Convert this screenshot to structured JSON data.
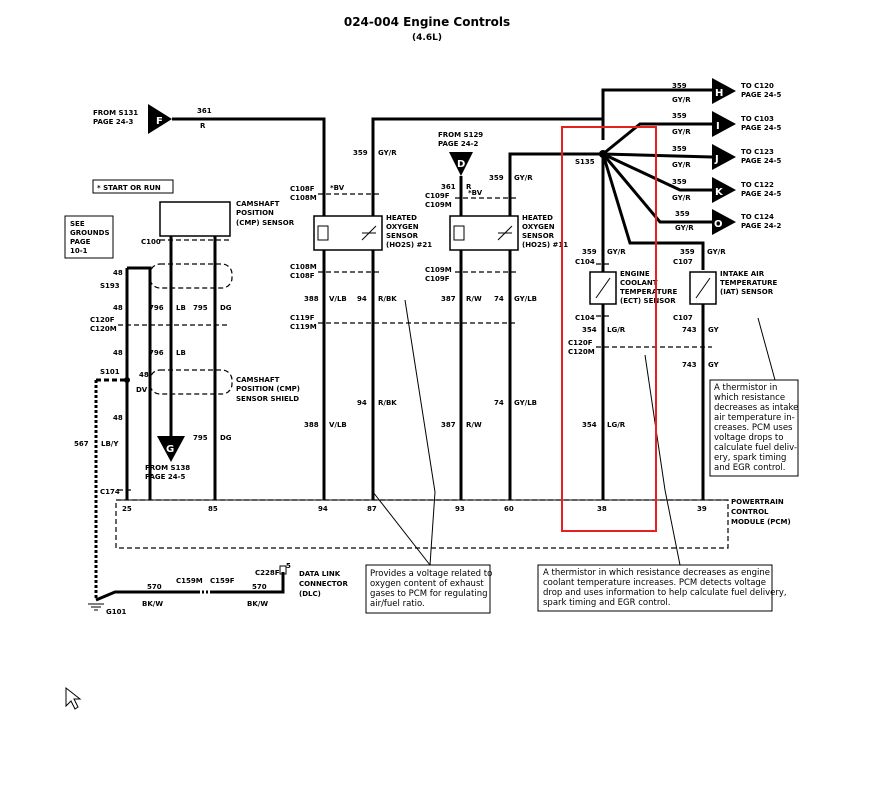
{
  "title": "024-004 Engine Controls",
  "subtitle": "(4.6L)",
  "legend_note": "* START OR RUN",
  "see_grounds": [
    "SEE",
    "GROUNDS",
    "PAGE",
    "10-1"
  ],
  "from_s131": {
    "letter": "F",
    "label": "FROM S131",
    "page": "PAGE 24-3",
    "circuit": "361",
    "color": "R"
  },
  "from_s129": {
    "letter": "D",
    "label": "FROM S129",
    "page": "PAGE 24-2",
    "circuit": "361",
    "color": "R"
  },
  "from_s138": {
    "letter": "G",
    "label": "FROM S138",
    "page": "PAGE 24-5"
  },
  "cmp_sensor": [
    "CAMSHAFT",
    "POSITION",
    "(CMP) SENSOR"
  ],
  "cmp_shield": [
    "CAMSHAFT",
    "POSITION (CMP)",
    "SENSOR SHIELD"
  ],
  "ho2s_1": [
    "HEATED",
    "OXYGEN",
    "SENSOR",
    "(HO2S) #21"
  ],
  "ho2s_2": [
    "HEATED",
    "OXYGEN",
    "SENSOR",
    "(HO2S) #11"
  ],
  "ect": [
    "ENGINE",
    "COOLANT",
    "TEMPERATURE",
    "(ECT) SENSOR"
  ],
  "iat": [
    "INTAKE AIR",
    "TEMPERATURE",
    "(IAT) SENSOR"
  ],
  "pcm": [
    "POWERTRAIN",
    "CONTROL",
    "MODULE (PCM)"
  ],
  "dlc": [
    "DATA LINK",
    "CONNECTOR",
    "(DLC)"
  ],
  "connectors": {
    "c100": "C100",
    "c108f": "C108F",
    "c108m": "C108M",
    "c109f": "C109F",
    "c109m": "C109M",
    "c119f": "C119F",
    "c119m": "C119M",
    "c120f": "C120F",
    "c120m": "C120M",
    "c104": "C104",
    "c107": "C107",
    "c159m": "C159M",
    "c159f": "C159F",
    "c228f": "C228F",
    "c174": "C174",
    "s135": "S135",
    "s193": "S193",
    "s101": "S101",
    "g101": "G101"
  },
  "circuits": {
    "c359": "359",
    "gyr": "GY/R",
    "c388": "388",
    "vlb": "V/LB",
    "c94": "94",
    "rbk": "R/BK",
    "c387": "387",
    "rw": "R/W",
    "c74": "74",
    "gylb": "GY/LB",
    "c354": "354",
    "lgr": "LG/R",
    "c743": "743",
    "gy": "GY",
    "c796": "796",
    "lb": "LB",
    "c795": "795",
    "dg": "DG",
    "c48": "48",
    "c567": "567",
    "lby": "LB/Y",
    "c570": "570",
    "bkw": "BK/W",
    "c361": "361",
    "r": "R",
    "bv": "*BV",
    "dv": "DV",
    "five": "5"
  },
  "pins": [
    "25",
    "85",
    "94",
    "87",
    "93",
    "60",
    "38",
    "39"
  ],
  "right_outputs": [
    {
      "letter": "H",
      "to": "TO C120",
      "page": "PAGE 24-5"
    },
    {
      "letter": "I",
      "to": "TO C103",
      "page": "PAGE 24-5"
    },
    {
      "letter": "J",
      "to": "TO C123",
      "page": "PAGE 24-5"
    },
    {
      "letter": "K",
      "to": "TO C122",
      "page": "PAGE 24-5"
    },
    {
      "letter": "O",
      "to": "TO C124",
      "page": "PAGE 24-2"
    }
  ],
  "notes": {
    "ho2s": [
      "Provides a voltage related to",
      "oxygen content of exhaust",
      "gases to PCM for regulating",
      "air/fuel ratio."
    ],
    "ect": [
      "A thermistor in which resistance decreases as engine",
      "coolant temperature increases.  PCM detects voltage",
      "drop and uses information to help calculate fuel delivery,",
      "spark timing and EGR control."
    ],
    "iat": [
      "A  thermistor  in",
      "which   resistance",
      "decreases as intake",
      "air temperature  in-",
      "creases.  PCM uses",
      "voltage  drops  to",
      "calculate fuel deliv-",
      "ery,   spark  timing",
      "and EGR control."
    ]
  },
  "colors": {
    "highlight": "#e8201d",
    "ink": "#000000"
  }
}
